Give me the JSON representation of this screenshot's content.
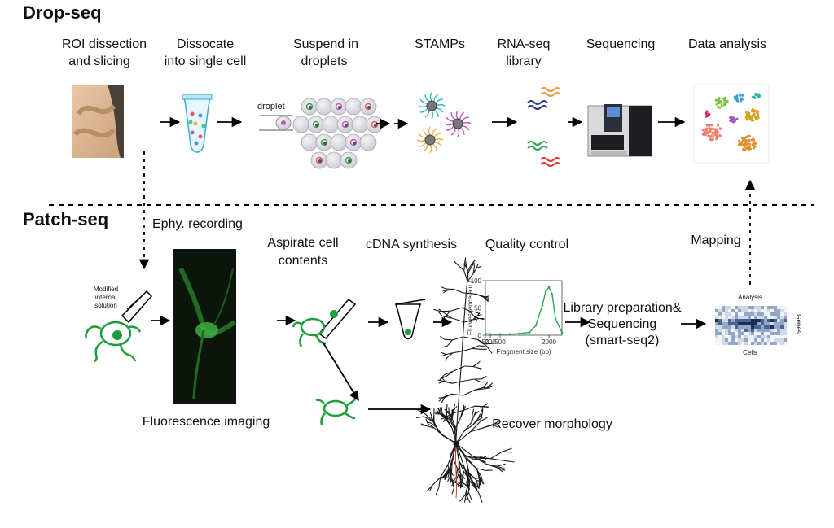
{
  "sections": {
    "dropseq": "Drop-seq",
    "patchseq": "Patch-seq"
  },
  "dropseq": {
    "steps": [
      [
        "ROI dissection",
        "and slicing"
      ],
      [
        "Dissocate",
        "into single cell"
      ],
      [
        "Suspend in",
        "droplets"
      ],
      [
        "STAMPs"
      ],
      [
        "RNA-seq",
        "library"
      ],
      [
        "Sequencing"
      ],
      [
        "Data analysis"
      ]
    ],
    "droplet_label": "droplet"
  },
  "patchseq": {
    "ephys": "Ephy. recording",
    "aspirate": [
      "Aspirate cell",
      "contents"
    ],
    "cdna": "cDNA synthesis",
    "qc": "Quality control",
    "mapping": "Mapping",
    "modified": [
      "Modified",
      "internal",
      "solution"
    ],
    "fluorescence": "Fluorescence imaging",
    "library": [
      "Library preparation&",
      "Sequencing",
      "(smart-seq2)"
    ],
    "recover": "Recover morphology",
    "heatmap": {
      "top": "Analysis",
      "right": "Genes",
      "bottom": "Cells"
    }
  },
  "chart_data": {
    "type": "line",
    "title": "",
    "xlabel": "Fragment size (bp)",
    "ylabel": "Fluorescence(a.u.)",
    "x_ticks": [
      "50",
      "200",
      "500",
      "2000"
    ],
    "y_ticks": [
      "0",
      "50",
      "100"
    ],
    "ylim": [
      0,
      100
    ],
    "x": [
      50,
      200,
      500,
      800,
      1100,
      1400,
      1600,
      1800,
      1900,
      2000,
      2100,
      2200,
      2400
    ],
    "series": [
      {
        "values": [
          3,
          2,
          2,
          2,
          3,
          5,
          18,
          55,
          80,
          88,
          75,
          30,
          5
        ]
      }
    ]
  },
  "colors": {
    "accent_green": "#2fa84f",
    "cell_green": "#1d9e3a",
    "arrow": "#000000"
  }
}
